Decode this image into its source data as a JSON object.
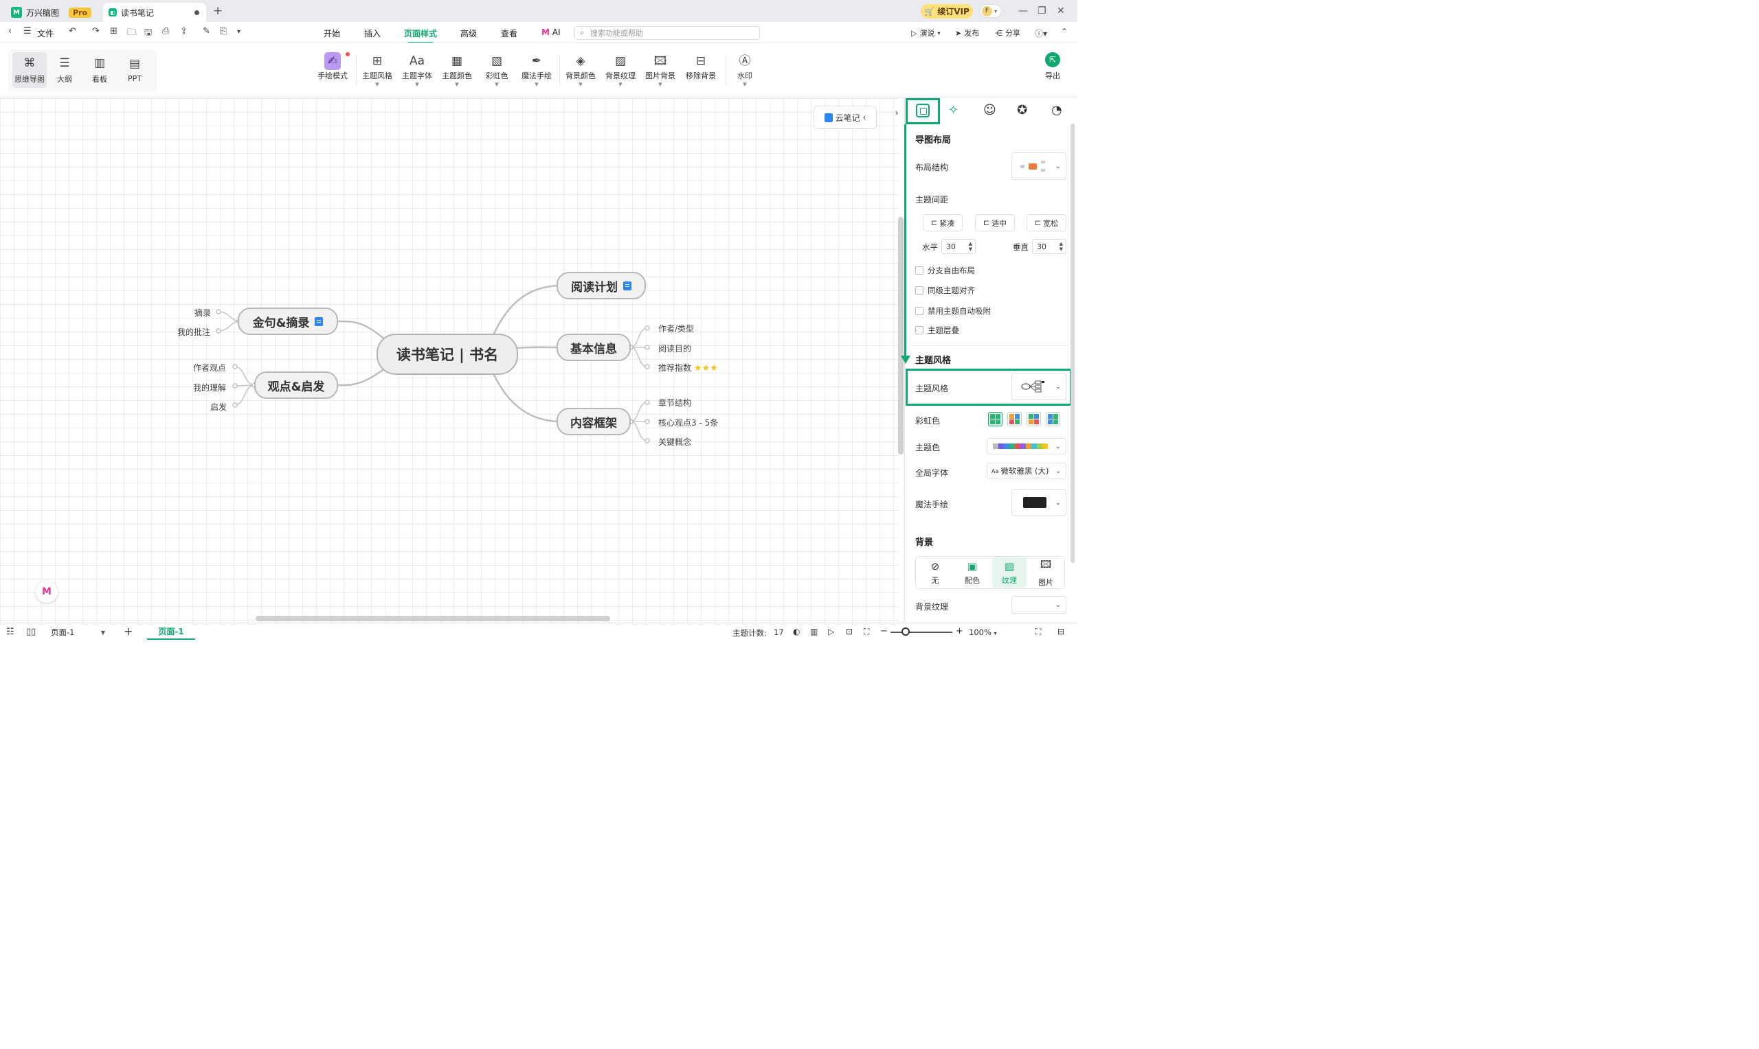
{
  "app": {
    "tabs": [
      {
        "label": "万兴脑图",
        "badge": "Pro"
      },
      {
        "label": "读书笔记"
      }
    ],
    "vip_label": "续订VIP",
    "avatar_letter": "F"
  },
  "menubar": {
    "file_label": "文件",
    "menus": [
      "开始",
      "插入",
      "页面样式",
      "高级",
      "查看",
      "AI"
    ],
    "active_menu": "页面样式",
    "search_placeholder": "搜索功能或帮助",
    "right": [
      "演说",
      "发布",
      "分享"
    ]
  },
  "ribbon": {
    "views": [
      "思维导图",
      "大纲",
      "看板",
      "PPT"
    ],
    "tools": [
      "手绘模式",
      "主题风格",
      "主题字体",
      "主题颜色",
      "彩虹色",
      "魔法手绘",
      "背景颜色",
      "背景纹理",
      "图片背景",
      "移除背景",
      "水印"
    ],
    "export_label": "导出"
  },
  "mindmap": {
    "central": "读书笔记 | 书名",
    "right_branches": [
      {
        "label": "阅读计划",
        "note": true,
        "children": []
      },
      {
        "label": "基本信息",
        "children": [
          "作者/类型",
          "阅读目的",
          "推荐指数"
        ]
      },
      {
        "label": "内容框架",
        "children": [
          "章节结构",
          "核心观点3 - 5条",
          "关键概念"
        ]
      }
    ],
    "left_branches": [
      {
        "label": "金句&摘录",
        "note": true,
        "children": [
          "摘录",
          "我的批注"
        ]
      },
      {
        "label": "观点&启发",
        "children": [
          "作者观点",
          "我的理解",
          "启发"
        ]
      }
    ],
    "rating_stars": 3
  },
  "cloud_note_label": "云笔记",
  "panel": {
    "layout_heading": "导图布局",
    "layout_structure_label": "布局结构",
    "spacing_label": "主题间距",
    "spacing_options": [
      "紧凑",
      "适中",
      "宽松"
    ],
    "horizontal_label": "水平",
    "horizontal_value": "30",
    "vertical_label": "垂直",
    "vertical_value": "30",
    "checkboxes": [
      "分支自由布局",
      "同级主题对齐",
      "禁用主题自动吸附",
      "主题层叠"
    ],
    "style_heading": "主题风格",
    "style_label": "主题风格",
    "rainbow_label": "彩虹色",
    "theme_color_label": "主题色",
    "font_label": "全局字体",
    "font_value": "微软雅黑 (大)",
    "magic_label": "魔法手绘",
    "bg_heading": "背景",
    "bg_options": [
      "无",
      "配色",
      "纹理",
      "图片"
    ],
    "bg_selected": "纹理",
    "bg_texture_label": "背景纹理"
  },
  "status": {
    "page_select": "页面-1",
    "page_tab": "页面-1",
    "topic_count_label": "主题计数:",
    "topic_count": "17",
    "zoom": "100%"
  },
  "colors": {
    "accent": "#11a86f",
    "note_blue": "#2e86f0",
    "star": "#f5c518"
  }
}
